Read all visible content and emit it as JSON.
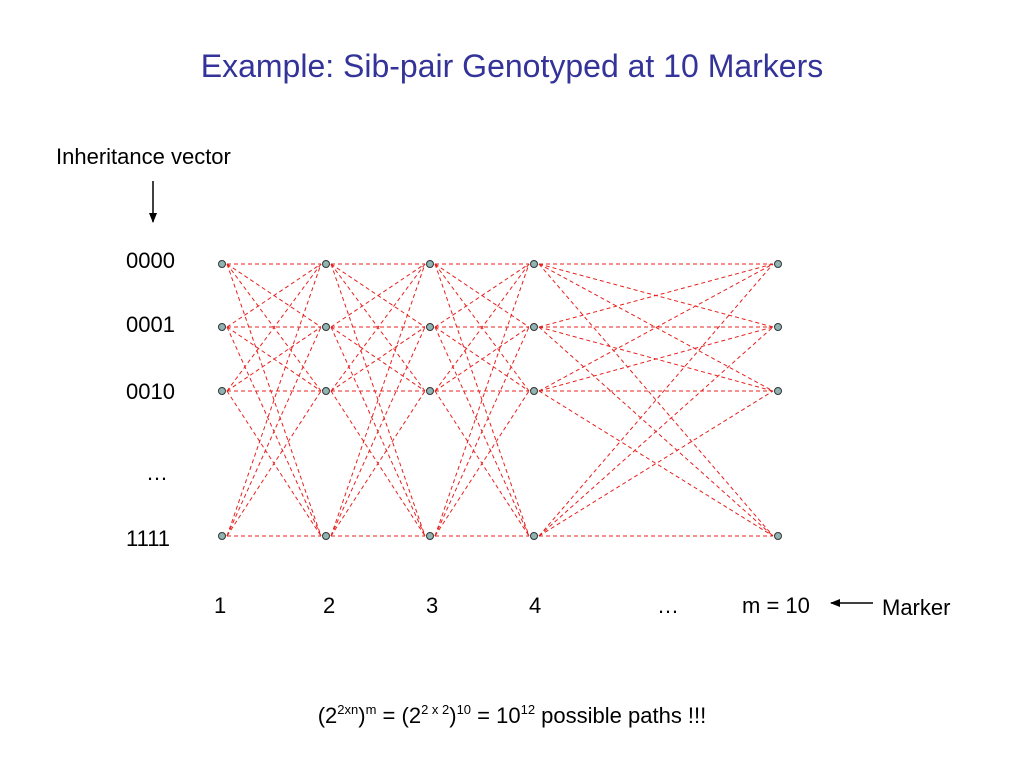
{
  "slide": {
    "title": "Example: Sib-pair Genotyped at 10 Markers",
    "inheritance_vector_label": "Inheritance vector",
    "state_labels": [
      "0000",
      "0001",
      "0010",
      "…",
      "1111"
    ],
    "marker_labels": [
      "1",
      "2",
      "3",
      "4",
      "…",
      "m = 10"
    ],
    "marker_axis_label": "Marker",
    "formula": {
      "open1": "(2",
      "exp1": "2xn",
      "close1": ")",
      "exp2": "m",
      "mid": " = (2",
      "exp3": "2 x 2",
      "close2": ")",
      "exp4": "10",
      "eq": " = 10",
      "exp5": "12",
      "tail": " possible paths !!!"
    }
  },
  "colors": {
    "title": "#333399",
    "edge": "#e8201e",
    "node_fill": "#8fb4b4",
    "node_stroke": "#333333"
  }
}
